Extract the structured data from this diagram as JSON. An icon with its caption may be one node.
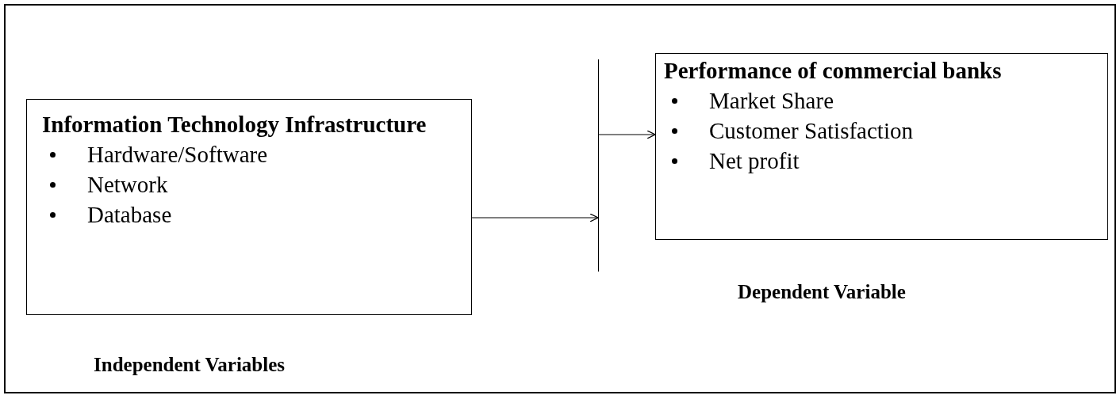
{
  "diagram": {
    "nodes": [
      {
        "text": [
          "Information Technology Infrastructure",
          "Hardware/Software",
          "Network",
          "Database"
        ],
        "beside": [
          "Independent Variables"
        ]
      },
      {
        "text": [],
        "shape": "bar"
      },
      {
        "text": [
          "Performance of commercial banks",
          "Market Share",
          "Customer Satisfaction",
          "Net profit"
        ],
        "beside": [
          "Dependent Variable"
        ]
      }
    ],
    "edges": [
      {
        "from": 0,
        "to": 1,
        "arrow": "to"
      },
      {
        "from": 1,
        "to": 2,
        "arrow": "to"
      }
    ]
  }
}
